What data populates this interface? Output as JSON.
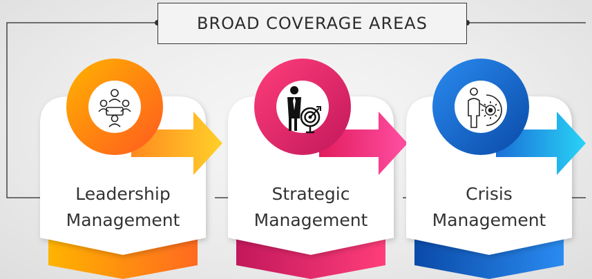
{
  "title": "BROAD COVERAGE AREAS",
  "cards": [
    {
      "line1": "Leadership",
      "line2": "Management",
      "icon": "meeting-group-icon",
      "colors": {
        "start": "#ffb300",
        "end": "#ff5a1f",
        "arrow_end": "#ffd02a"
      }
    },
    {
      "line1": "Strategic",
      "line2": "Management",
      "icon": "businessman-target-icon",
      "colors": {
        "start": "#ff3d7a",
        "end": "#c2185b",
        "arrow_end": "#ff4fa3"
      }
    },
    {
      "line1": "Crisis",
      "line2": "Management",
      "icon": "person-gear-icon",
      "colors": {
        "start": "#2a8bf0",
        "end": "#0a4aa8",
        "arrow_end": "#29d3f5"
      }
    }
  ]
}
